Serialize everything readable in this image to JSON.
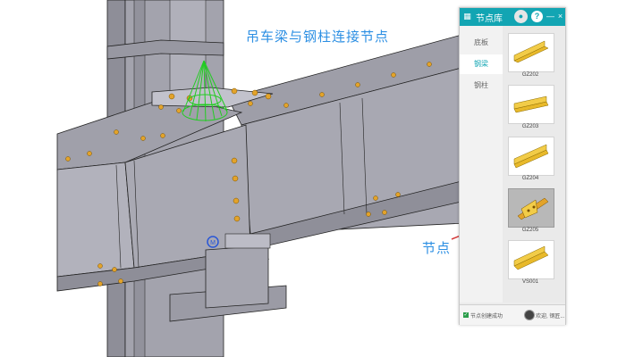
{
  "caption": {
    "title": "吊车梁与钢柱连接节点",
    "node_label": "节点"
  },
  "panel": {
    "title": "节点库",
    "menu_icon": "menu-grid-icon",
    "help_label": "?",
    "min_label": "—",
    "close_label": "×",
    "categories": [
      {
        "label": "底板"
      },
      {
        "label": "钢梁"
      },
      {
        "label": "钢柱"
      }
    ],
    "active_category": "钢梁",
    "thumbnails": [
      {
        "label": "GZ202"
      },
      {
        "label": "GZ203"
      },
      {
        "label": "GZ204"
      },
      {
        "label": "GZ205"
      },
      {
        "label": "VS001"
      }
    ],
    "selected_thumbnail": "GZ205",
    "footer": {
      "status": "节点创建成功",
      "user": "欢迎, 钢匠..."
    }
  },
  "colors": {
    "accent": "#12a5b3",
    "caption_blue": "#2c8fe3",
    "steel": "#9a9aa6",
    "bolt": "#e3a32a",
    "arrow": "#d63b3b",
    "gizmo": "#22cc22"
  }
}
